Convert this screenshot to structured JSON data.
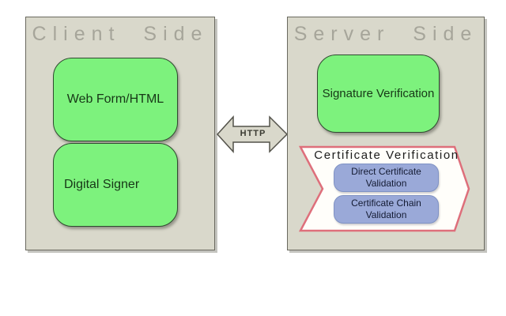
{
  "client_panel": {
    "title": "Client Side",
    "web_form_box": {
      "label": "Web Form/HTML"
    },
    "digital_signer_box": {
      "label": "Digital Signer"
    }
  },
  "http_connector": {
    "label": "HTTP"
  },
  "server_panel": {
    "title": "Server Side",
    "signature_verification_box": {
      "label": "Signature Verification"
    },
    "certificate_verification": {
      "title": "Certificate Verification",
      "direct_validation_box": {
        "label": "Direct Certificate Validation"
      },
      "chain_validation_box": {
        "label": "Certificate Chain Validation"
      }
    }
  },
  "colors": {
    "page_background": "#ffffff",
    "panel_fill": "#d9d8cb",
    "panel_border": "#6a695f",
    "panel_title_text": "#a6a59a",
    "process_box_fill": "#7df27d",
    "process_box_border": "#2f4a2f",
    "arrow_fill": "#d9d8cb",
    "arrow_outline": "#53524a",
    "chevron_fill": "#fffefa",
    "chevron_border": "#de6f7b",
    "validation_box_fill": "#9aa9d8",
    "validation_box_border": "#7f92c4"
  }
}
